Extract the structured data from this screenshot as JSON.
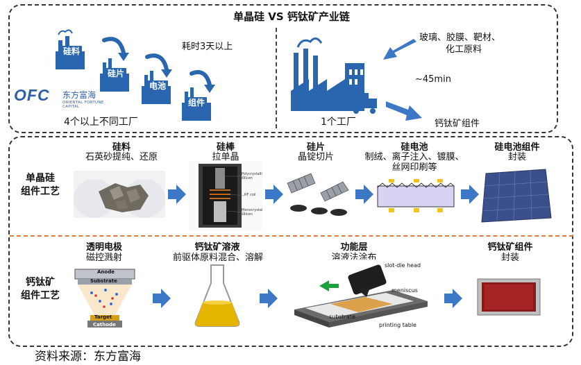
{
  "top": {
    "title": "单晶硅 VS 钙钛矿产业链",
    "left": {
      "factories": [
        "硅料",
        "硅片",
        "电池",
        "组件"
      ],
      "time_note": "耗时3天以上",
      "caption": "4个以上不同工厂",
      "logo": {
        "abbr": "OFC",
        "cn": "东方富海",
        "en": "ORIENTAL FORTUNE CAPITAL"
      }
    },
    "right": {
      "materials_line1": "玻璃、胶膜、靶材、",
      "materials_line2": "化工原料",
      "time_note": "~45min",
      "output": "钙钛矿组件",
      "caption": "1个工厂"
    }
  },
  "silicon": {
    "label_line1": "单晶硅",
    "label_line2": "组件工艺",
    "steps": [
      {
        "title": "硅料",
        "desc": "石英砂提纯、还原"
      },
      {
        "title": "硅棒",
        "desc": "拉单晶",
        "annotations": [
          "Polycrystalline silicon",
          "RF coil",
          "Monocrystalline silicon"
        ]
      },
      {
        "title": "硅片",
        "desc": "晶锭切片"
      },
      {
        "title": "硅电池",
        "desc": "制绒、离子注入、镀膜、",
        "desc2": "丝网印刷等"
      },
      {
        "title": "硅电池组件",
        "desc": "封装"
      }
    ]
  },
  "perovskite": {
    "label_line1": "钙钛矿",
    "label_line2": "组件工艺",
    "steps": [
      {
        "title": "透明电极",
        "desc": "磁控溅射",
        "annotations": [
          "Anode",
          "Substrate",
          "Target",
          "Cathode"
        ]
      },
      {
        "title": "钙钛矿溶液",
        "desc": "前驱体原料混合、溶解"
      },
      {
        "title": "功能层",
        "desc": "溶液法涂布",
        "annotations": [
          "slot-die head",
          "meniscus",
          "substrate",
          "printing table"
        ]
      },
      {
        "title": "钙钛矿组件",
        "desc": "封装"
      }
    ]
  },
  "source": "资料来源：东方富海",
  "colors": {
    "accent_blue": "#2a66b0",
    "arrow_blue": "#3d78c6",
    "divider_orange": "#e07b39"
  }
}
